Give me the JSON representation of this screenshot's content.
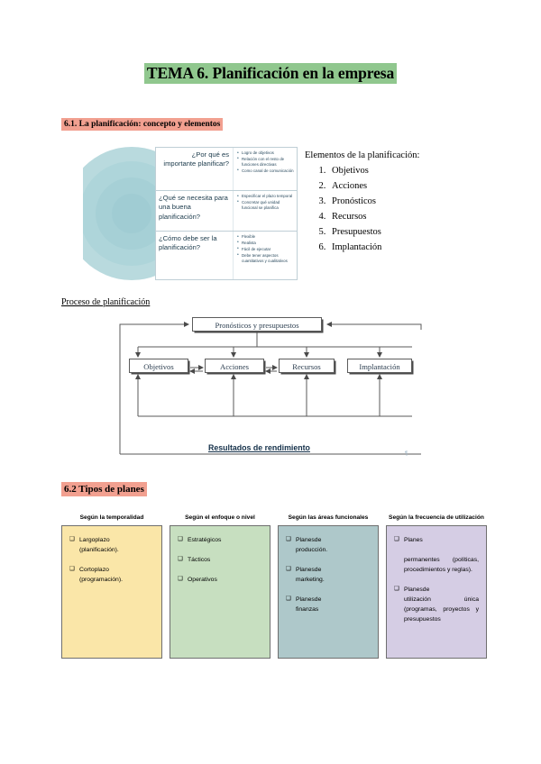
{
  "document": {
    "title": "TEMA 6. Planificación en la empresa",
    "section_61": "6.1. La planificación: concepto y elementos",
    "section_62": "6.2 Tipos de planes",
    "proceso_label": "Proceso de planificación",
    "corner_mark": "¶"
  },
  "questions_table": {
    "rows": [
      {
        "question": "¿Por qué es importante planificar?",
        "bullets": [
          "Logro de objetivos",
          "Relación con el resto de funciones directivas",
          "Como canal de comunicación"
        ]
      },
      {
        "question": "¿Qué se necesita para una buena planificación?",
        "bullets": [
          "Especificar el plazo temporal",
          "Concretar qué unidad funcional se planifica"
        ]
      },
      {
        "question": "¿Cómo debe ser la planificación?",
        "bullets": [
          "Flexible",
          "Realista",
          "Fácil de ejecutar",
          "Debe tener aspectos cuantitativos y cualitativos"
        ]
      }
    ]
  },
  "elements": {
    "title": "Elementos de la planificación:",
    "items": [
      "Objetivos",
      "Acciones",
      "Pronósticos",
      "Recursos",
      "Presupuestos",
      "Implantación"
    ]
  },
  "process_diagram": {
    "top_box": "Pronósticos y presupuestos",
    "boxes": [
      "Objetivos",
      "Acciones",
      "Recursos",
      "Implantación"
    ],
    "bottom_label": "Resultados de rendimiento"
  },
  "plan_types": {
    "columns": [
      {
        "header": "Según la temporalidad",
        "color": "#fae6a8",
        "items": [
          {
            "lead": "Largo",
            "tail": "plazo",
            "rest": "(planificación)."
          },
          {
            "lead": "Corto",
            "tail": "plazo",
            "rest": "(programación)."
          }
        ]
      },
      {
        "header": "Según el enfoque o nivel",
        "color": "#c7dfc0",
        "items": [
          {
            "lead": "Estratégicos",
            "tail": "",
            "rest": ""
          },
          {
            "lead": "Tácticos",
            "tail": "",
            "rest": ""
          },
          {
            "lead": "Operativos",
            "tail": "",
            "rest": ""
          }
        ]
      },
      {
        "header": "Según las áreas funcionales",
        "color": "#aec8ca",
        "items": [
          {
            "lead": "Planes",
            "tail": "de",
            "rest": "producción."
          },
          {
            "lead": "Planes",
            "tail": "de",
            "rest": "marketing."
          },
          {
            "lead": "Planes",
            "tail": "de",
            "rest": "finanzas"
          }
        ]
      },
      {
        "header": "Según la frecuencia de utilización",
        "color": "#d5cde4",
        "items": [
          {
            "lead": "Planes",
            "tail": "",
            "rest": "permanentes (políticas, procedimientos y reglas)."
          },
          {
            "lead": "Planes",
            "tail": "de",
            "rest": "utilización única (programas, proyectos y presupuestos"
          }
        ]
      }
    ]
  }
}
